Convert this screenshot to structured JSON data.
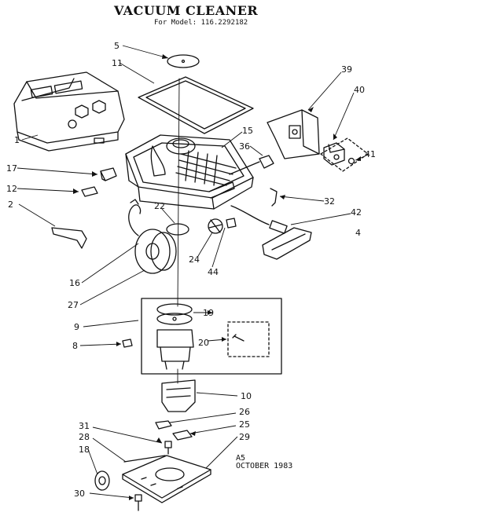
{
  "header": {
    "title": "VACUUM CLEANER",
    "model": "For Model: 116.2292182"
  },
  "note": {
    "revision": "A5",
    "date": "OCTOBER 1983"
  },
  "callouts": [
    "5",
    "11",
    "39",
    "40",
    "15",
    "1",
    "36",
    "41",
    "17",
    "12",
    "32",
    "2",
    "22",
    "42",
    "4",
    "24",
    "44",
    "16",
    "27",
    "19",
    "9",
    "20",
    "8",
    "10",
    "26",
    "31",
    "25",
    "28",
    "29",
    "18",
    "30"
  ]
}
